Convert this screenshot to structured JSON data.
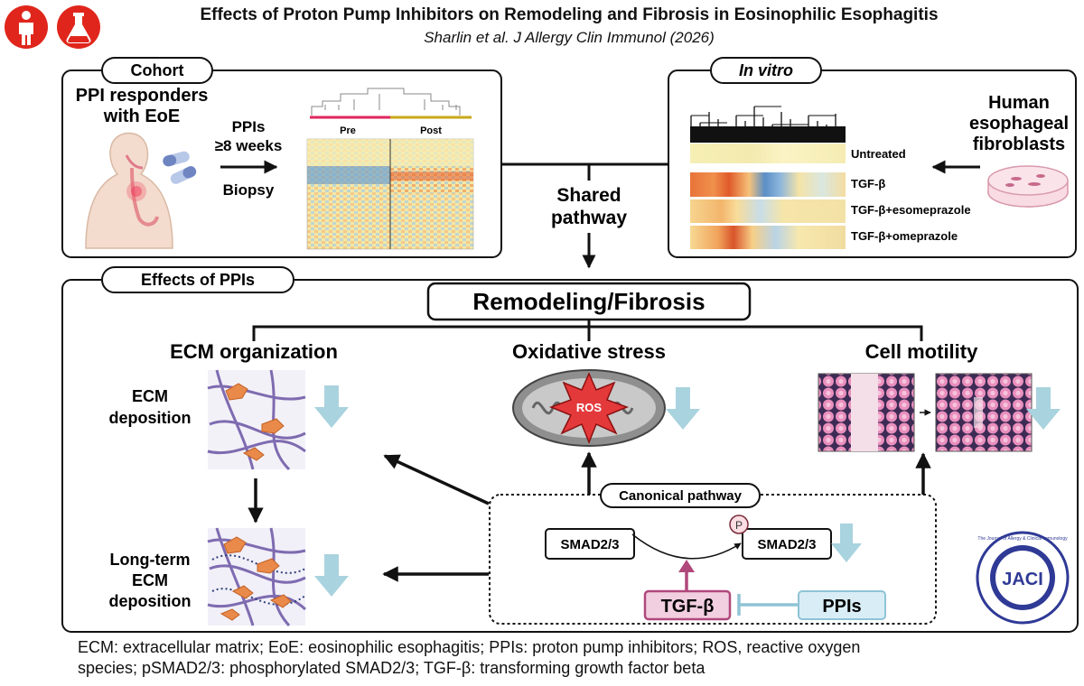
{
  "header": {
    "title": "Effects of Proton Pump Inhibitors on Remodeling and Fibrosis in Eosinophilic Esophagitis",
    "citation": "Sharlin et al. J Allergy Clin Immunol (2026)"
  },
  "cohort": {
    "tab_label": "Cohort",
    "subject_line1": "PPI responders",
    "subject_line2": "with EoE",
    "treatment_line1": "PPIs",
    "treatment_line2": "≥8 weeks",
    "procedure": "Biopsy",
    "heatmap_pre": "Pre",
    "heatmap_post": "Post"
  },
  "invitro": {
    "tab_label": "In vitro",
    "cells_line1": "Human",
    "cells_line2": "esophageal",
    "cells_line3": "fibroblasts",
    "conditions": [
      "Untreated",
      "TGF-β",
      "TGF-β+esomeprazole",
      "TGF-β+omeprazole"
    ]
  },
  "shared": {
    "line1": "Shared",
    "line2": "pathway"
  },
  "effects": {
    "tab_label": "Effects of PPIs",
    "main_box": "Remodeling/Fibrosis",
    "col_ecm": "ECM organization",
    "col_ox": "Oxidative stress",
    "col_motility": "Cell motility",
    "ecm_dep_line1": "ECM",
    "ecm_dep_line2": "deposition",
    "lt_line1": "Long-term",
    "lt_line2": "ECM",
    "lt_line3": "deposition",
    "ros_label": "ROS"
  },
  "canonical": {
    "label": "Canonical pathway",
    "smad_left": "SMAD2/3",
    "smad_right": "SMAD2/3",
    "phospho": "P",
    "tgf": "TGF-β",
    "ppis": "PPIs"
  },
  "logo": {
    "text": "JACI",
    "ring_text": "The Journal of Allergy & Clinical Immunology"
  },
  "footnote": {
    "line1": "ECM: extracellular matrix; EoE: eosinophilic esophagitis; PPIs: proton pump inhibitors; ROS, reactive oxygen",
    "line2": "species; pSMAD2/3: phosphorylated SMAD2/3; TGF-β: transforming growth factor beta"
  },
  "colors": {
    "accent_red": "#e0261c",
    "arrow_down": "#a9d3de",
    "tgf_fill": "#f2cfe0",
    "tgf_stroke": "#b0487c",
    "ppi_fill": "#d9edf6",
    "ppi_stroke": "#8fc3d6",
    "logo_blue": "#2f3a96"
  }
}
